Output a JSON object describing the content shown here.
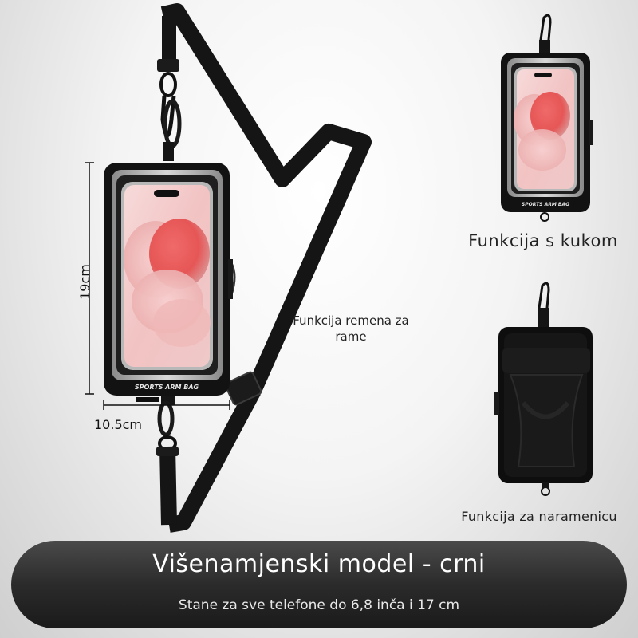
{
  "product": {
    "brand_text": "SPORTS ARM BAG",
    "dimension_height": "19cm",
    "dimension_width": "10.5cm"
  },
  "labels": {
    "shoulder_strap_function": "Funkcija remena za rame",
    "hook_function": "Funkcija s kukom",
    "strap_function": "Funkcija za naramenicu"
  },
  "banner": {
    "title": "Višenamjenski model - crni",
    "subtitle": "Stane za sve telefone do 6,8 inča i 17 cm"
  },
  "colors": {
    "bag": "#111111",
    "phone_frame": "#b8b8b8",
    "phone_screen": "#f3c9c9",
    "banner": "#2b2b2b"
  }
}
